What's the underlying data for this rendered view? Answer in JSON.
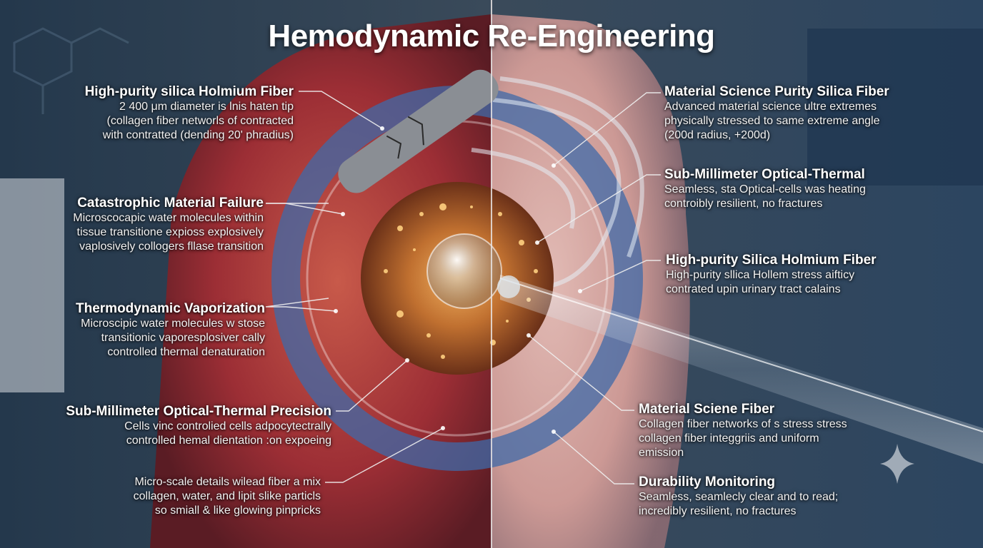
{
  "title": "Hemodynamic Re-Engineering",
  "colors": {
    "left_tissue": "#9c2e35",
    "right_tissue": "#e6b0ab",
    "background_lab": "#2a3b4d",
    "core_glow": "#d8843c",
    "vessel_ring": "#3f6aa8",
    "divider": "#e8e4e4",
    "text": "#ffffff"
  },
  "icons": [
    "sparkle-icon"
  ],
  "left_callouts": [
    {
      "heading": "High-purity silica Holmium Fiber",
      "lines": [
        "2 400 μm diameter is lnis haten tip",
        "(collagen fiber networls of contracted",
        "with contratted (dending 20' phradius)"
      ]
    },
    {
      "heading": "Catastrophic Material Failure",
      "lines": [
        "Microscocapic water molecules within",
        "tissue transitione expioss explosively",
        "vaplosively collogers fllase transition"
      ]
    },
    {
      "heading": "Thermodynamic Vaporization",
      "lines": [
        "Microscipic water molecules w stose",
        "transitionic vaporesplosiver cally",
        "controlled thermal denaturation"
      ]
    },
    {
      "heading": "Sub-Millimeter Optical-Thermal Precision",
      "lines": [
        "Cells vinc controlied cells adpocytectrally",
        "controlled hemal dientation :on expoeing"
      ]
    },
    {
      "heading": "",
      "lines": [
        "Micro-scale details wilead fiber a mix",
        "collagen, water, and lipit slike particls",
        "so smiall & like glowing pinpricks"
      ]
    }
  ],
  "right_callouts": [
    {
      "heading": "Material Science  Purity Silica Fiber",
      "lines": [
        "Advanced material science ultre extremes",
        "physically stressed to same extreme angle",
        "(200d radius, +200d)"
      ]
    },
    {
      "heading": "Sub-Millimeter Optical-Thermal",
      "lines": [
        "Seamless, sta Optical-cells was heating",
        "controibly resilient, no fractures"
      ]
    },
    {
      "heading": "High-purity Silica Holmium Fiber",
      "lines": [
        "High-purity sllica Hollem stress aifticy",
        "contrated upin urinary tract calains"
      ]
    },
    {
      "heading": "Material Sciene Fiber",
      "lines": [
        "Collagen fiber networks of s stress stress",
        "collagen fiber integgriis and uniform",
        "emission"
      ]
    },
    {
      "heading": "Durability Monitoring",
      "lines": [
        "Seamless, seamlecly clear and to read;",
        "incredibly resilient, no fractures"
      ]
    }
  ]
}
